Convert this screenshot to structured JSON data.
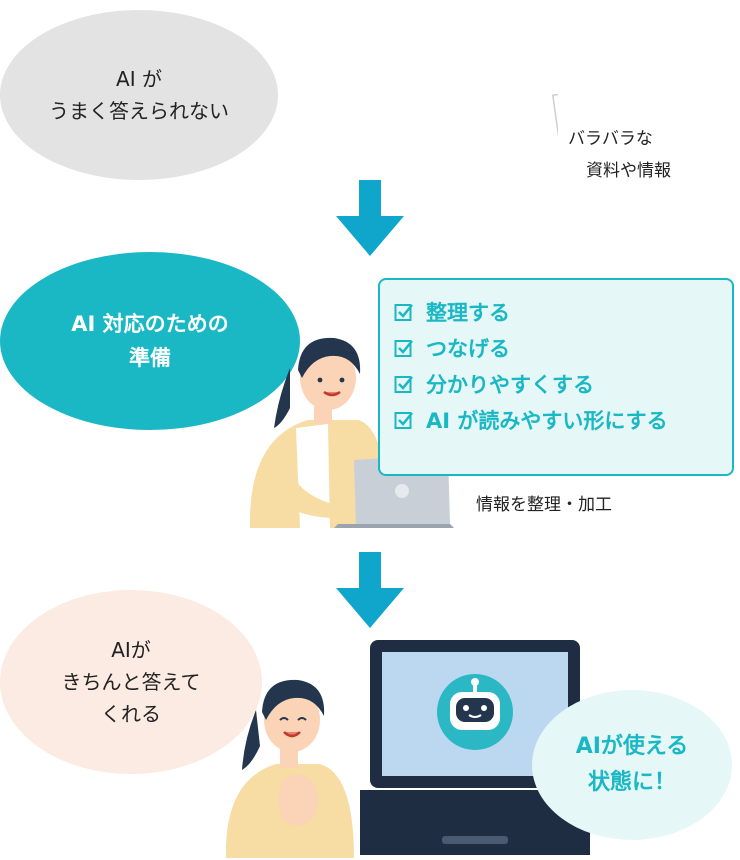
{
  "step1": {
    "bubble_lines": [
      "AI が",
      "うまく答えられない"
    ],
    "caption_lines": [
      "バラバラな",
      "資料や情報"
    ]
  },
  "step2": {
    "bubble_lines": [
      "AI 対応のための",
      "準備"
    ],
    "checklist": [
      "整理する",
      "つなげる",
      "分かりやすくする",
      "AI が読みやすい形にする"
    ],
    "caption": "情報を整理・加工"
  },
  "step3": {
    "bubble_lines": [
      "AIが",
      "きちんと答えて",
      "くれる"
    ],
    "result_lines": [
      "AIが使える",
      "状態に！"
    ]
  },
  "colors": {
    "accent": "#1ab8c4",
    "arrow": "#10a5cb",
    "gray_bubble": "#e3e3e3",
    "peach_bubble": "#fbebe2",
    "light_cyan": "#e6f7f8"
  }
}
